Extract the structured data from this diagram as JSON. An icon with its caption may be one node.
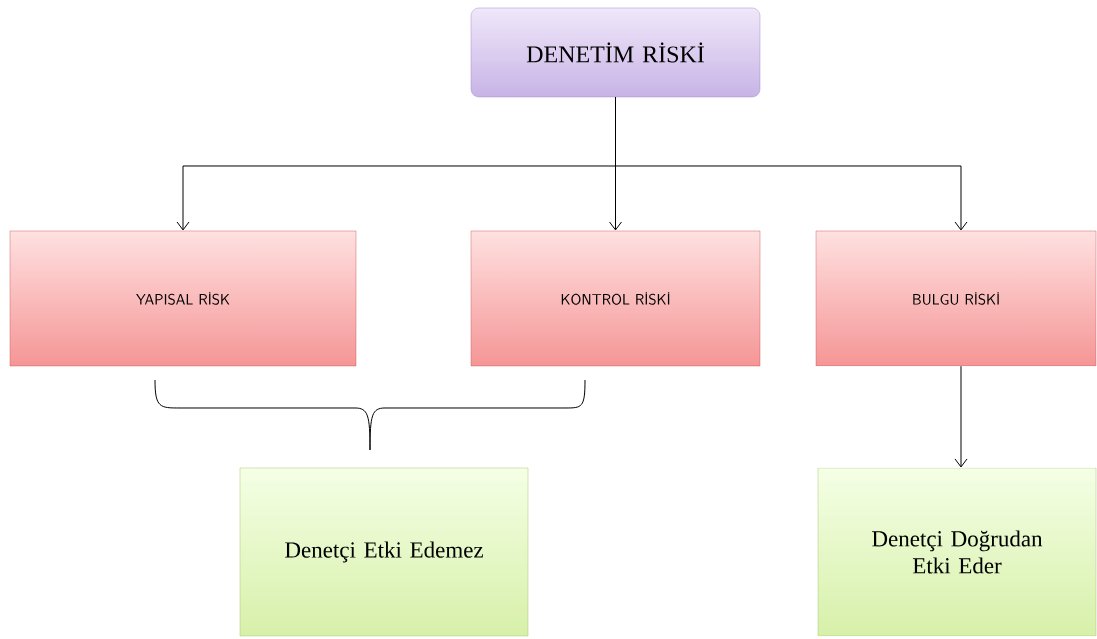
{
  "diagram": {
    "nodes": [
      {
        "text": [
          "DENETİM RİSKİ"
        ]
      },
      {
        "text": [
          "YAPISAL RİSK"
        ]
      },
      {
        "text": [
          "KONTROL RİSKİ"
        ]
      },
      {
        "text": [
          "BULGU RİSKİ"
        ]
      },
      {
        "text": [
          "Denetçi  Etki Edemez"
        ]
      },
      {
        "text": [
          "Denetçi Doğrudan Etki Eder"
        ]
      }
    ],
    "edges": [
      {
        "from": 0,
        "to": 1,
        "arrow": "to"
      },
      {
        "from": 0,
        "to": 2,
        "arrow": "to"
      },
      {
        "from": 0,
        "to": 3,
        "arrow": "to"
      },
      {
        "from": 3,
        "to": 5,
        "arrow": "to"
      }
    ]
  }
}
